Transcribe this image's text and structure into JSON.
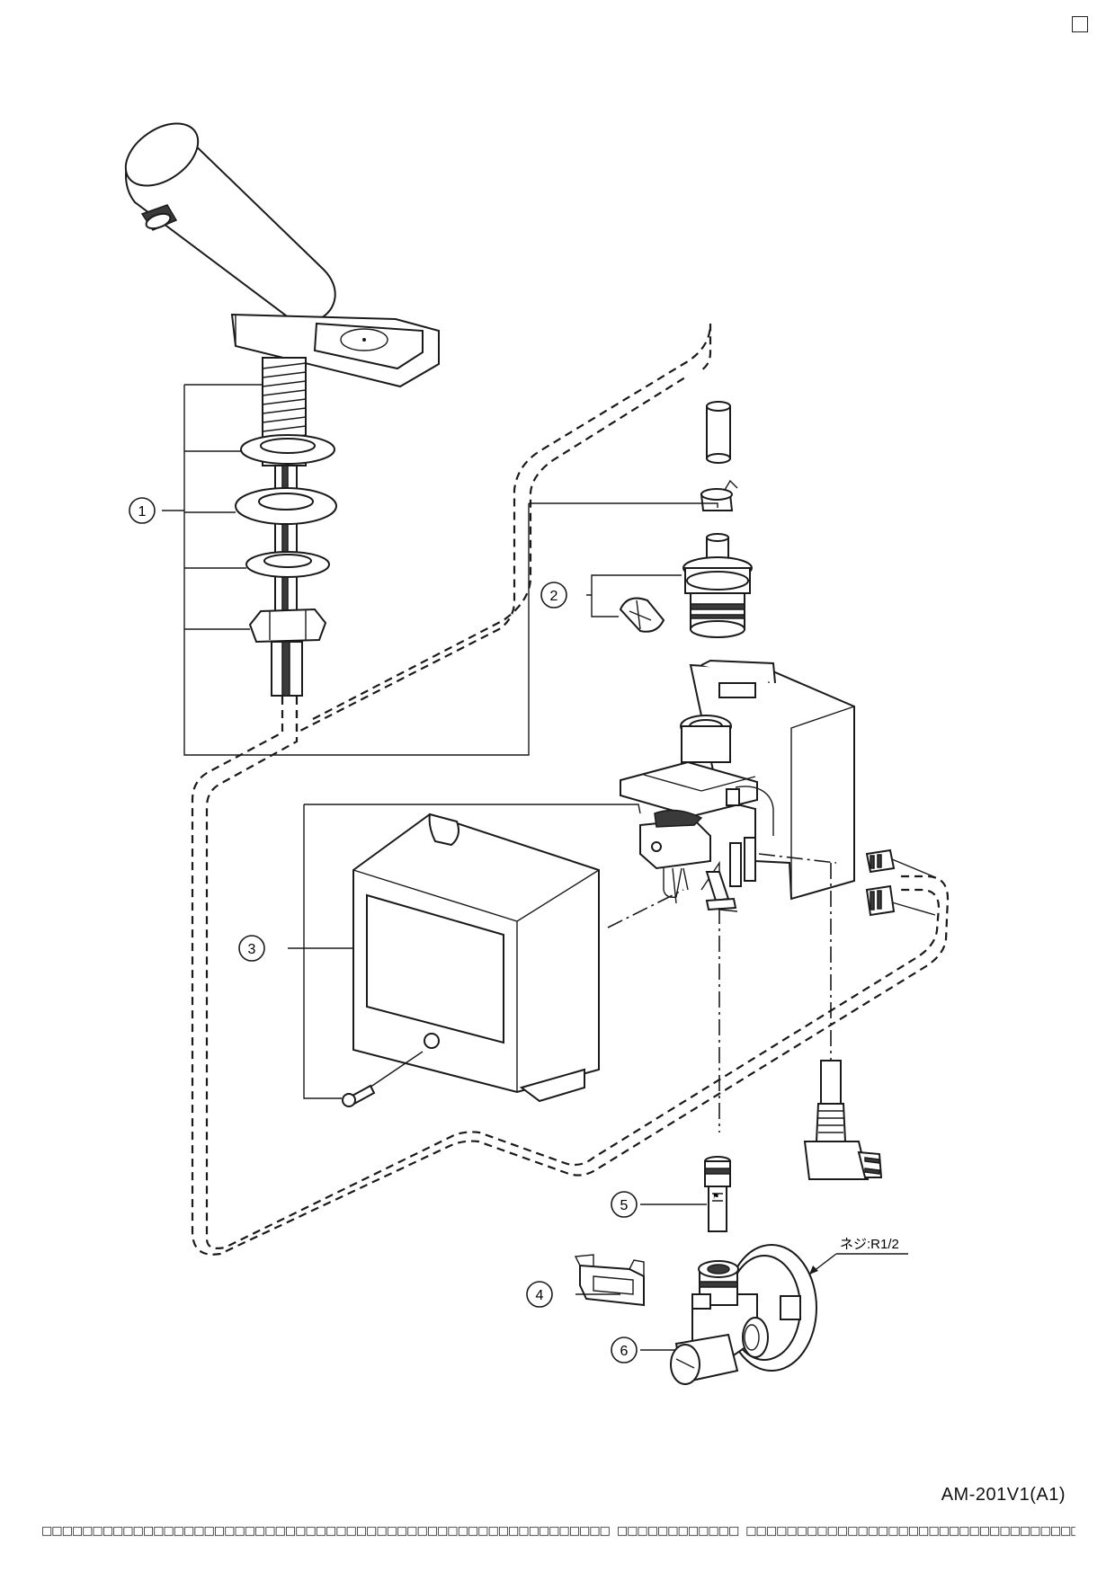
{
  "document": {
    "model_code": "AM-201V1(A1)",
    "thread_note": "ネジ:R1/2",
    "callouts": [
      "1",
      "2",
      "3",
      "4",
      "5",
      "6"
    ],
    "footer_segments": [
      "□□□□□□□□□□□□□□□□□□□□□□□□□□□□□□□□□□□□□□□□□□□□□□□□□□□□□□□□",
      "□□□□□□□□□□□□",
      "□□□□□□□□□□□□□□□□□□□□□□□□□□□□□□□□□□□□□□□□□□□□□□□□□□□□□□□□□□□□□□"
    ]
  }
}
